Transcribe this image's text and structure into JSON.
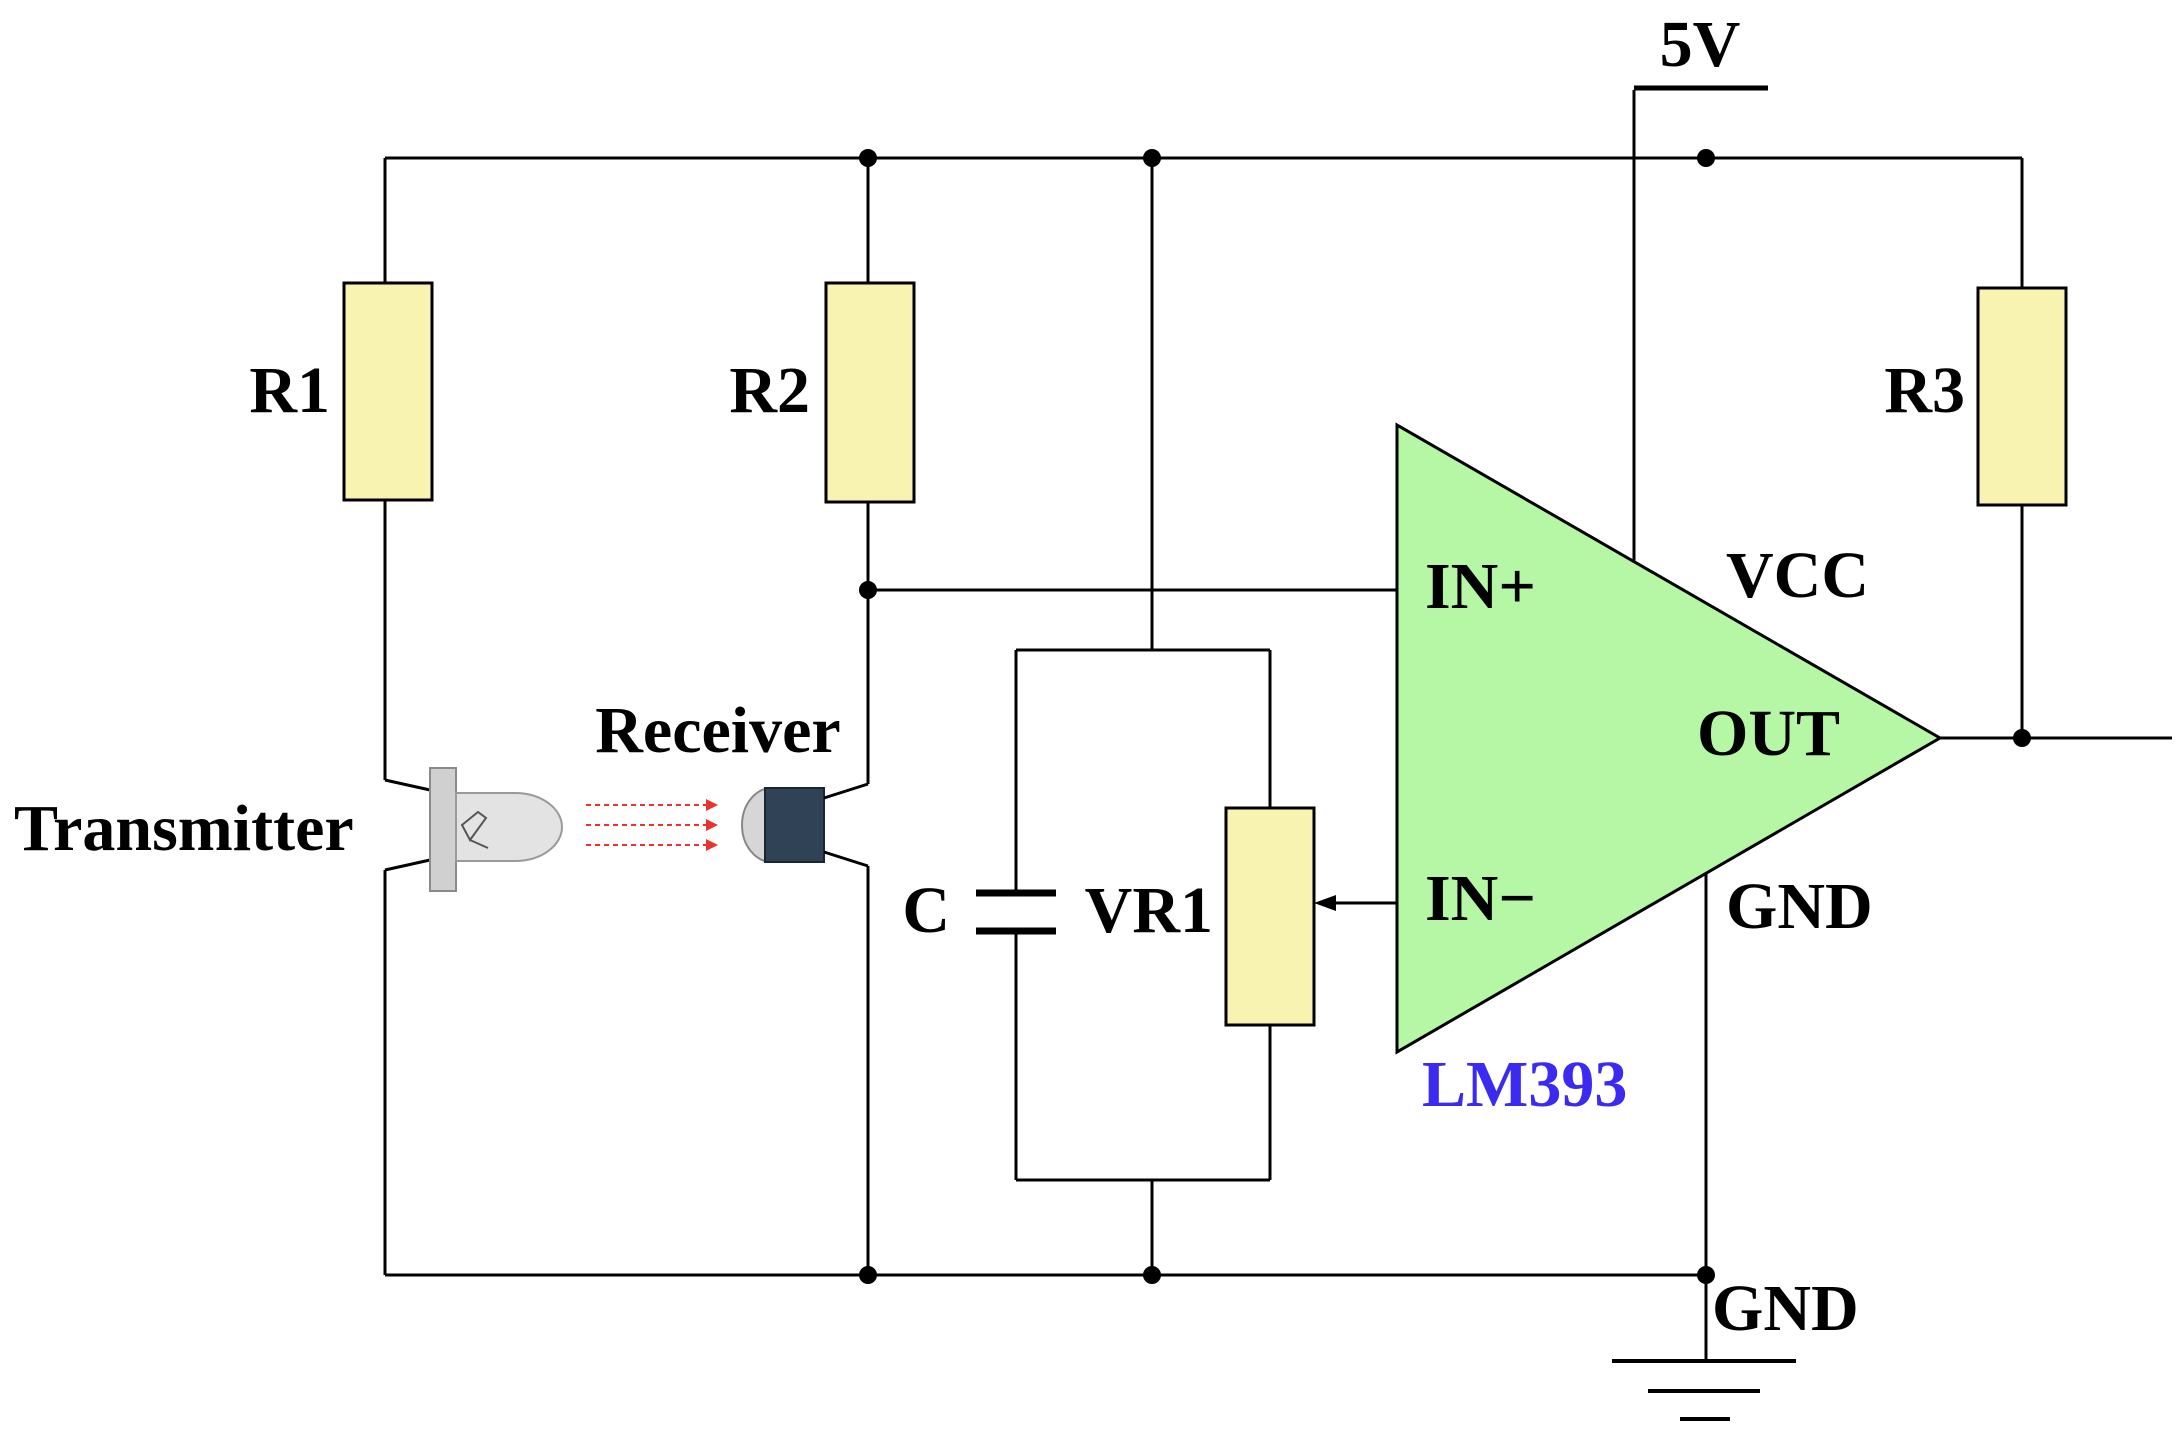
{
  "labels": {
    "supply": "5V",
    "r1": "R1",
    "r2": "R2",
    "r3": "R3",
    "transmitter": "Transmitter",
    "receiver": "Receiver",
    "capacitor": "C",
    "potentiometer": "VR1",
    "in_plus": "IN+",
    "in_minus": "IN−",
    "vcc": "VCC",
    "out": "OUT",
    "gnd_pin": "GND",
    "chip": "LM393",
    "gnd_rail": "GND"
  },
  "colors": {
    "resistor_fill": "#f9f3b2",
    "opamp_fill": "#b5f7a4",
    "chip_label": "#3b2af0",
    "beam": "#e8332f",
    "receiver_body": "#2f4256",
    "led_body": "#e3e3e3"
  }
}
